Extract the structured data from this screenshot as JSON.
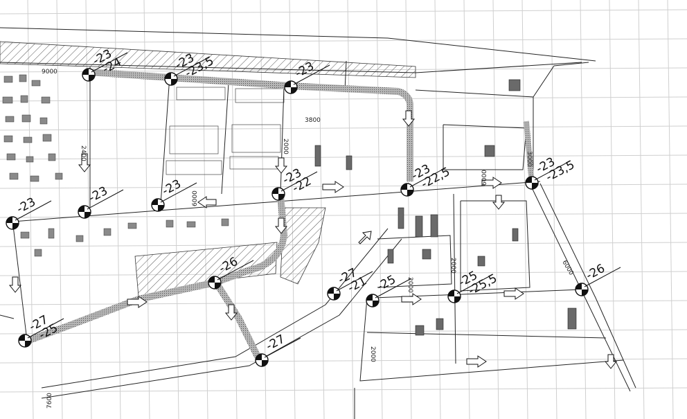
{
  "map": {
    "colors": {
      "paper": "#ffffff",
      "grid": "#c8c8c8",
      "line": "#1a1a1a",
      "road_fill": "#9a9a9a",
      "hatch": "#555555",
      "building": "#777777"
    },
    "elevation_marks": [
      {
        "id": "n1",
        "upper": "-23",
        "lower": "-24"
      },
      {
        "id": "n2",
        "upper": "-23",
        "lower": "-23,5"
      },
      {
        "id": "n3",
        "upper": "-23",
        "lower": ""
      },
      {
        "id": "n4",
        "upper": "-23",
        "lower": ""
      },
      {
        "id": "n5",
        "upper": "-23",
        "lower": ""
      },
      {
        "id": "n6",
        "upper": "-23",
        "lower": ""
      },
      {
        "id": "n7",
        "upper": "-23",
        "lower": "-22"
      },
      {
        "id": "n8",
        "upper": "-23",
        "lower": "-22,5"
      },
      {
        "id": "n9",
        "upper": "-23",
        "lower": "-23,5"
      },
      {
        "id": "n10",
        "upper": "-26",
        "lower": ""
      },
      {
        "id": "n11",
        "upper": "-27",
        "lower": "-25"
      },
      {
        "id": "n12",
        "upper": "-27",
        "lower": "-21"
      },
      {
        "id": "n13",
        "upper": "-25",
        "lower": ""
      },
      {
        "id": "n14",
        "upper": "-25",
        "lower": "-25,5"
      },
      {
        "id": "n15",
        "upper": "-26",
        "lower": ""
      },
      {
        "id": "n16",
        "upper": "-27",
        "lower": ""
      }
    ],
    "distance_labels": [
      {
        "id": "d1",
        "text": "9000"
      },
      {
        "id": "d2",
        "text": "2400"
      },
      {
        "id": "d3",
        "text": "6000"
      },
      {
        "id": "d4",
        "text": "2000"
      },
      {
        "id": "d5",
        "text": "3800"
      },
      {
        "id": "d6",
        "text": "6000"
      },
      {
        "id": "d7",
        "text": "3000"
      },
      {
        "id": "d8",
        "text": "2000"
      },
      {
        "id": "d9",
        "text": "2000"
      },
      {
        "id": "d10",
        "text": "6000"
      },
      {
        "id": "d11",
        "text": "2000"
      },
      {
        "id": "d12",
        "text": "7600"
      }
    ]
  }
}
